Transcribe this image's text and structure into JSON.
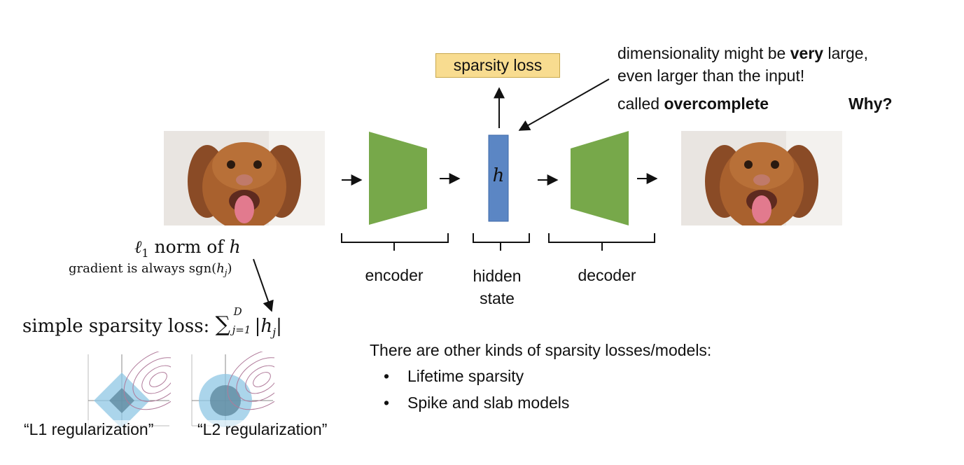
{
  "sparsity_box": "sparsity loss",
  "annotation": {
    "line1_pre": "dimensionality might be ",
    "line1_bold": "very",
    "line1_post": " large,",
    "line2": "even larger than the input!",
    "line3_pre": "called ",
    "line3_bold": "overcomplete",
    "why": "Why?"
  },
  "hidden_symbol": "h",
  "stage_labels": {
    "encoder": "encoder",
    "hidden_line1": "hidden",
    "hidden_line2": "state",
    "decoder": "decoder"
  },
  "math": {
    "l1_norm_pre": "1",
    "l1_norm_text": " norm of ",
    "l1_norm_var": "h",
    "gradient_text": "gradient is always sgn(",
    "gradient_var": "h",
    "gradient_sub": "j",
    "gradient_close": ")",
    "simple_text": "simple sparsity loss: ",
    "sum_upper": "D",
    "sum_lower": "j=1",
    "abs_var": "h",
    "abs_sub": "j"
  },
  "reg_labels": {
    "l1": "“L1 regularization”",
    "l2": "“L2 regularization”"
  },
  "other_losses": {
    "heading": "There are other kinds of sparsity losses/models:",
    "items": [
      "Lifetime sparsity",
      "Spike and slab models"
    ]
  },
  "colors": {
    "trapezoid": "#77a84a",
    "hidden_bar": "#5b86c4",
    "box_fill": "#f8dc90",
    "reg_l1": "#8fc7e4",
    "reg_l2": "#8fc7e4"
  }
}
